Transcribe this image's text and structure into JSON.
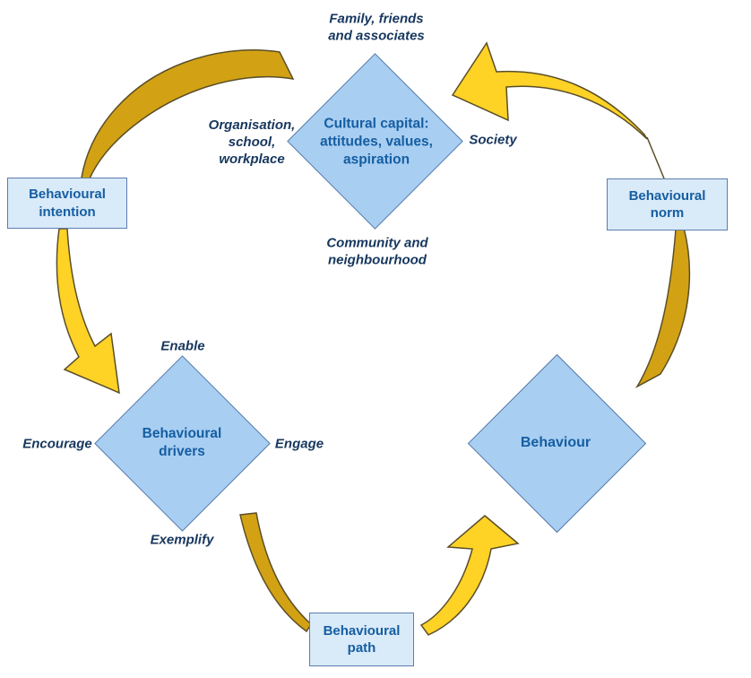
{
  "nodes": {
    "cultural_capital": {
      "lines": [
        "Cultural capital:",
        "attitudes, values,",
        "aspiration"
      ]
    },
    "behavioural_intention": {
      "lines": [
        "Behavioural",
        "intention"
      ]
    },
    "behavioural_norm": {
      "lines": [
        "Behavioural",
        "norm"
      ]
    },
    "behavioural_drivers": {
      "lines": [
        "Behavioural",
        "drivers"
      ]
    },
    "behaviour": {
      "lines": [
        "Behaviour"
      ]
    },
    "behavioural_path": {
      "lines": [
        "Behavioural",
        "path"
      ]
    }
  },
  "annotations": {
    "family": {
      "lines": [
        "Family, friends",
        "and associates"
      ]
    },
    "organisation": {
      "lines": [
        "Organisation,",
        "school,",
        "workplace"
      ]
    },
    "society": {
      "text": "Society"
    },
    "community": {
      "lines": [
        "Community and",
        "neighbourhood"
      ]
    },
    "enable": {
      "text": "Enable"
    },
    "encourage": {
      "text": "Encourage"
    },
    "engage": {
      "text": "Engage"
    },
    "exemplify": {
      "text": "Exemplify"
    }
  },
  "colors": {
    "node-fill": "#a8cef2",
    "node-stroke": "#5a7ca8",
    "box-fill": "#d9eaf8",
    "box-stroke": "#5b7db1",
    "node-text": "#155ea2",
    "annotation-text": "#17375e",
    "arrow-bright": "#ffd226",
    "arrow-dark": "#d2a214",
    "arrow-stroke": "#5a4e28"
  }
}
